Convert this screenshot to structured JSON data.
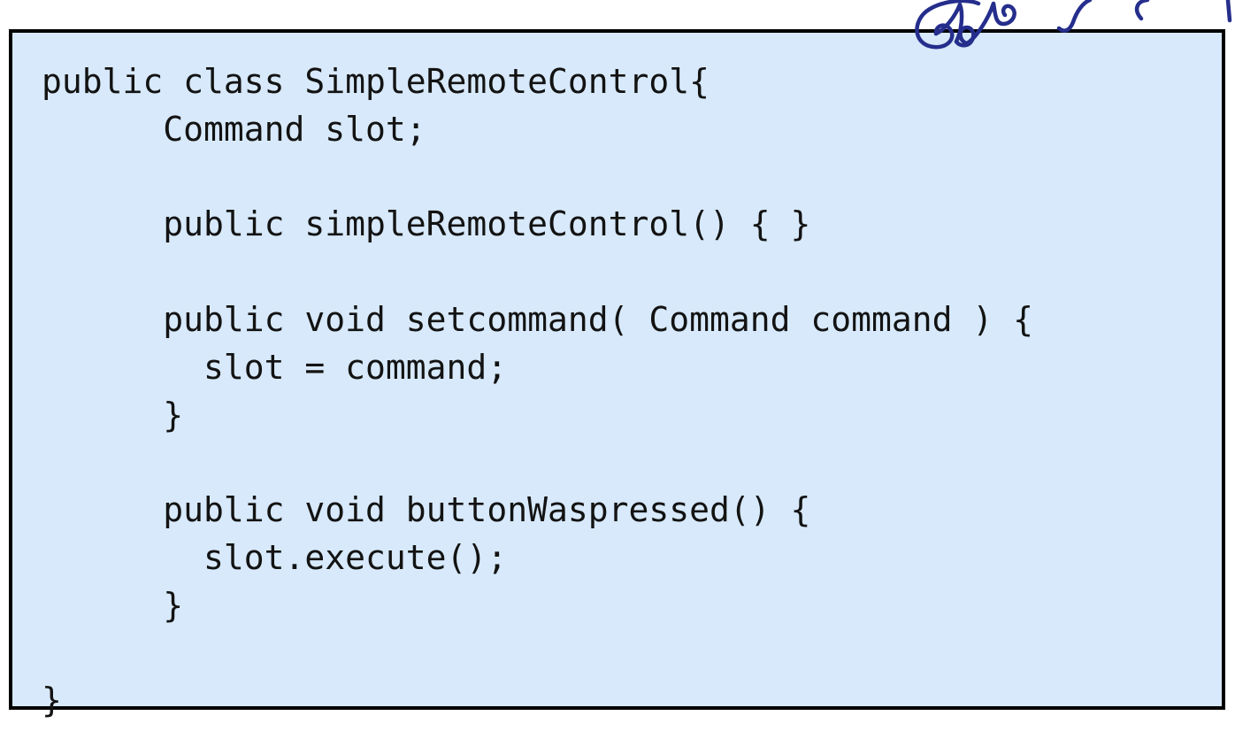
{
  "page": {
    "background": "#ffffff"
  },
  "code_box": {
    "background": "#d7e9fa",
    "border_color": "#000000",
    "text_color": "#131313",
    "language": "java",
    "lines": [
      "public class SimpleRemoteControl{",
      "      Command slot;",
      "",
      "      public simpleRemoteControl() { }",
      "",
      "      public void setcommand( Command command ) {",
      "        slot = command;",
      "      }",
      "",
      "      public void buttonWaspressed() {",
      "        slot.execute();",
      "      }",
      "",
      "}"
    ]
  },
  "annotation": {
    "text": "Slot",
    "ink_color": "#252e8c"
  }
}
